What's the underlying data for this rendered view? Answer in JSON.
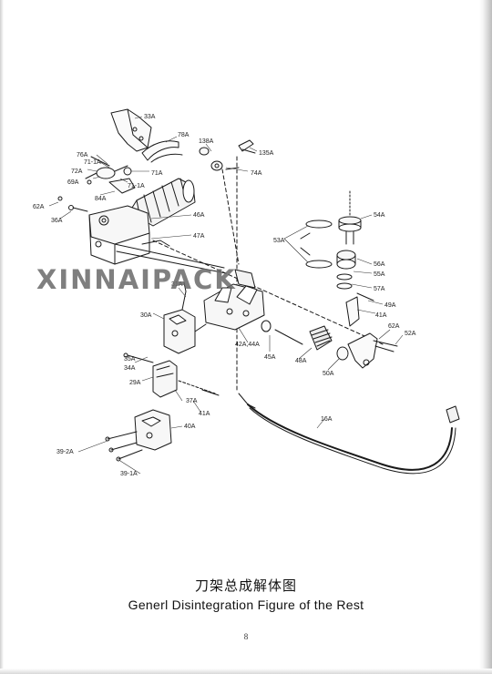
{
  "watermark": "XINNAIPACK",
  "caption": {
    "chinese": "刀架总成解体图",
    "english": "Generl Disintegration Figure of the Rest"
  },
  "page_number": "8",
  "part_labels": [
    "33A",
    "78A",
    "138A",
    "135A",
    "74A",
    "76A",
    "71-1A",
    "72A",
    "71A",
    "69A",
    "71-1A",
    "84A",
    "62A",
    "36A",
    "46A",
    "47A",
    "54A",
    "53A",
    "56A",
    "55A",
    "57A",
    "49A",
    "41A",
    "31A",
    "30A",
    "34A",
    "42A,44A",
    "45A",
    "48A",
    "50A",
    "62A",
    "52A",
    "35A",
    "29A",
    "37A",
    "41A",
    "16A",
    "40A",
    "39-2A",
    "39-1A"
  ]
}
